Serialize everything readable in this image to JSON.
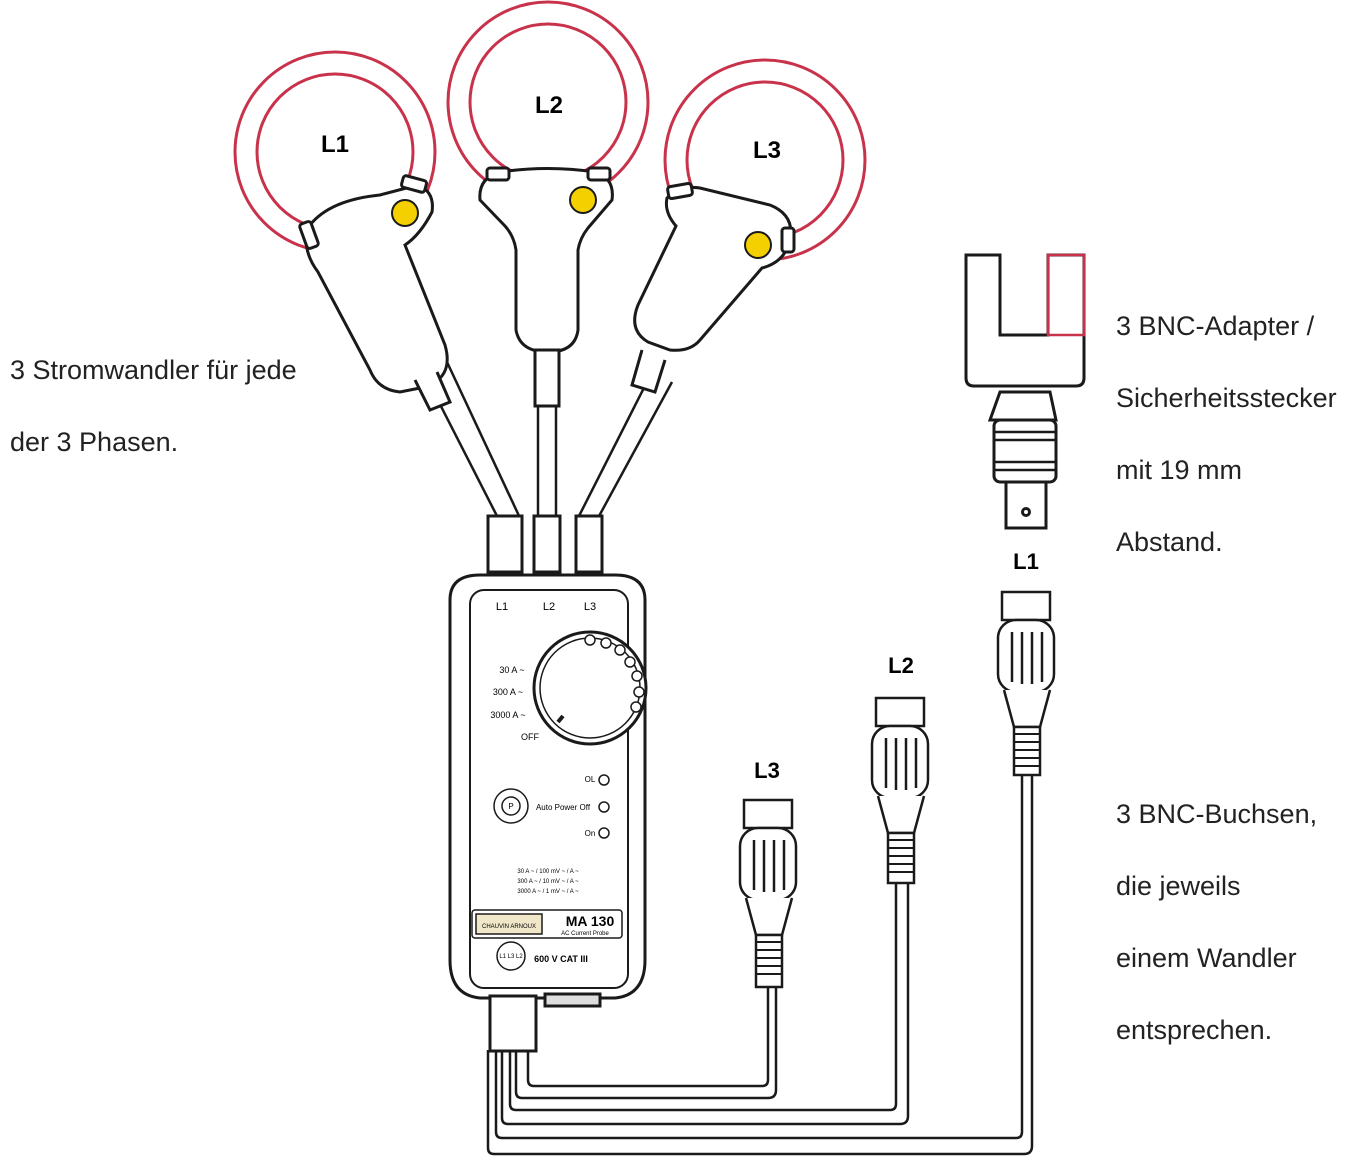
{
  "annotations": {
    "left_note": [
      "3 Stromwandler für jede",
      "der 3 Phasen."
    ],
    "adapter_note": [
      "3 BNC-Adapter /",
      "Sicherheitsstecker",
      "mit 19 mm",
      "Abstand."
    ],
    "bnc_note": [
      "3 BNC-Buchsen,",
      "die jeweils",
      "einem Wandler",
      "entsprechen."
    ]
  },
  "coils": [
    {
      "label": "L1"
    },
    {
      "label": "L2"
    },
    {
      "label": "L3"
    }
  ],
  "connectors": {
    "adapter_label": "L1",
    "l2_label": "L2",
    "l3_label": "L3"
  },
  "device": {
    "top_labels": [
      "L1",
      "L2",
      "L3"
    ],
    "ranges": [
      "30 A ~",
      "300 A ~",
      "3000 A ~"
    ],
    "off_label": "OFF",
    "ol_label": "OL",
    "auto_power_off": "Auto Power Off",
    "on_label": "On",
    "power_symbol": "P",
    "specs": [
      "30 A ~ / 100 mV ~ / A ~",
      "300 A ~ / 10 mV ~ / A ~",
      "3000 A ~ / 1 mV ~ / A ~"
    ],
    "brand": "CHAUVIN ARNOUX",
    "model": "MA 130",
    "model_sub": "AC Current Probe",
    "rating": "600 V CAT III",
    "phase_symbol": "L1 L3 L2"
  },
  "colors": {
    "coil": "#c8324a",
    "button": "#f5d000",
    "outline": "#1a1a1a"
  }
}
